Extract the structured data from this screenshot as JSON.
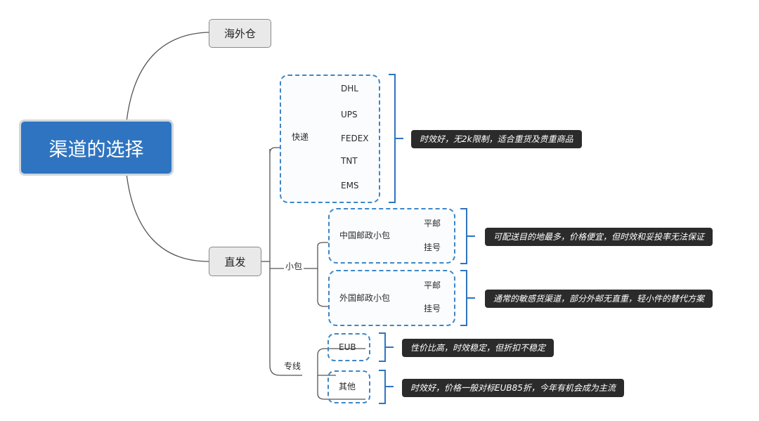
{
  "root": {
    "label": "渠道的选择"
  },
  "warehouse": {
    "label": "海外仓"
  },
  "direct": {
    "label": "直发"
  },
  "express": {
    "label": "快递",
    "items": [
      "DHL",
      "UPS",
      "FEDEX",
      "TNT",
      "EMS"
    ],
    "note": "时效好，无2k限制，适合重货及贵重商品"
  },
  "small_parcel": {
    "label": "小包",
    "china_post": {
      "label": "中国邮政小包",
      "items": [
        "平邮",
        "挂号"
      ],
      "note": "可配送目的地最多，价格便宜，但时效和妥投率无法保证"
    },
    "foreign_post": {
      "label": "外国邮政小包",
      "items": [
        "平邮",
        "挂号"
      ],
      "note": "通常的敏感货渠道，部分外邮无直重，轻小件的替代方案"
    }
  },
  "dedicated_line": {
    "label": "专线",
    "eub": {
      "label": "EUB",
      "note": "性价比高，时效稳定，但折扣不稳定"
    },
    "other": {
      "label": "其他",
      "note": "时效好，价格一般对标EUB85折，今年有机会成为主流"
    }
  },
  "colors": {
    "root": "#2f74c0",
    "group_border": "#3d86c6",
    "bracket": "#2f74c0",
    "callout_bg": "#2b2b2b",
    "connector": "#555555"
  }
}
